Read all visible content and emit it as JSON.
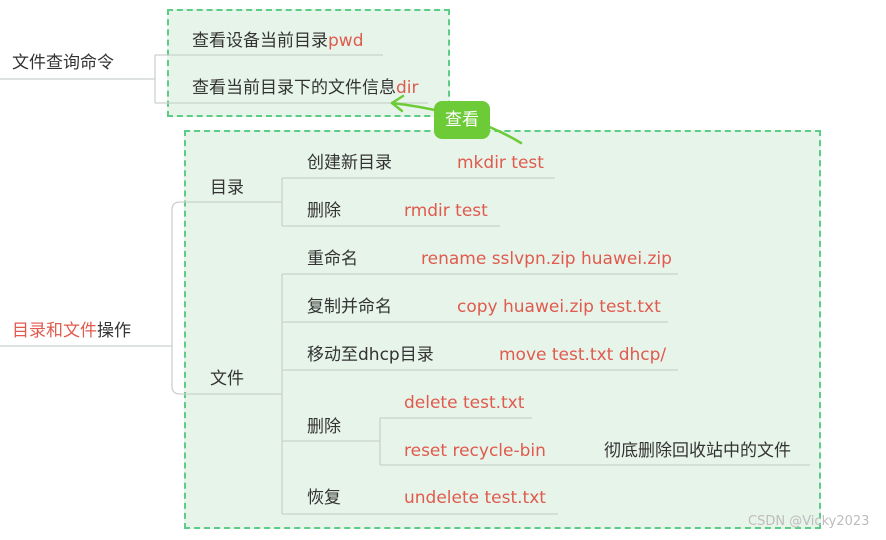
{
  "colors": {
    "highlight_red": "#e05a4e",
    "box_bg": "#e7f4ea",
    "box_border": "#5ccc86",
    "tag_green": "#6dcb38"
  },
  "query": {
    "title": "文件查询命令",
    "items": [
      {
        "label": "查看设备当前目录",
        "cmd": "pwd"
      },
      {
        "label": "查看当前目录下的文件信息",
        "cmd": "dir"
      }
    ],
    "tag": "查看"
  },
  "ops": {
    "title_red": "目录和文件",
    "title_rest": "操作",
    "dir": {
      "label": "目录",
      "items": [
        {
          "label": "创建新目录",
          "cmd": "mkdir test"
        },
        {
          "label": "删除",
          "cmd": "rmdir test"
        }
      ]
    },
    "file": {
      "label": "文件",
      "rename": {
        "label": "重命名",
        "cmd": "rename sslvpn.zip huawei.zip"
      },
      "copy": {
        "label": "复制并命名",
        "cmd": "copy huawei.zip test.txt"
      },
      "move": {
        "label": "移动至dhcp目录",
        "cmd": "move test.txt dhcp/"
      },
      "delete": {
        "label": "删除",
        "cmds": [
          "delete test.txt",
          "reset recycle-bin"
        ],
        "note": "彻底删除回收站中的文件"
      },
      "restore": {
        "label": "恢复",
        "cmd": "undelete test.txt"
      }
    }
  },
  "watermark": "CSDN @Vicky2023"
}
